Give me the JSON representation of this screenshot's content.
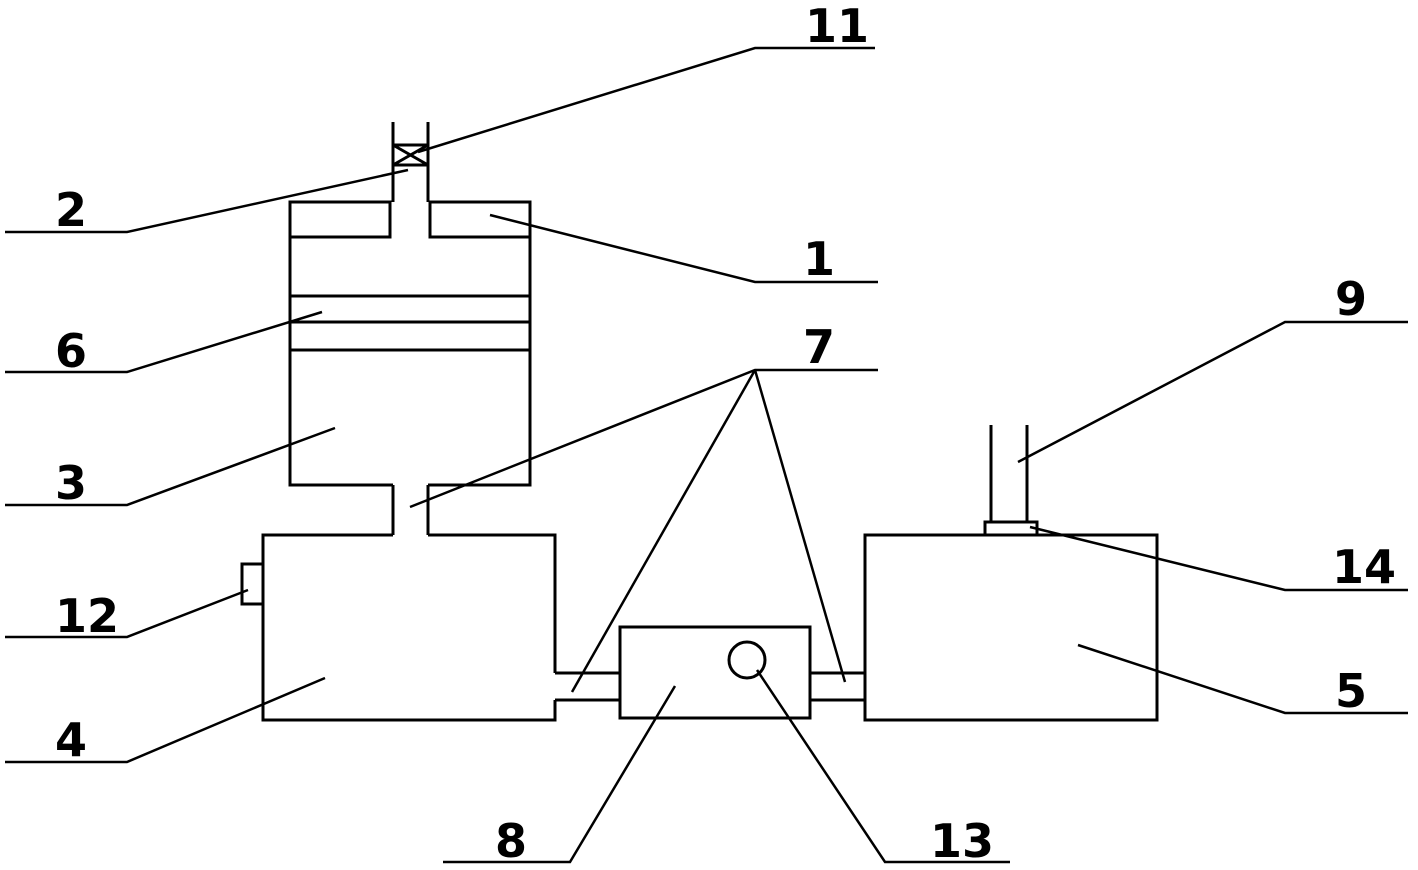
{
  "labels": {
    "l1": "1",
    "l2": "2",
    "l3": "3",
    "l4": "4",
    "l5": "5",
    "l6": "6",
    "l7": "7",
    "l8": "8",
    "l9": "9",
    "l11": "11",
    "l12": "12",
    "l13": "13",
    "l14": "14"
  }
}
